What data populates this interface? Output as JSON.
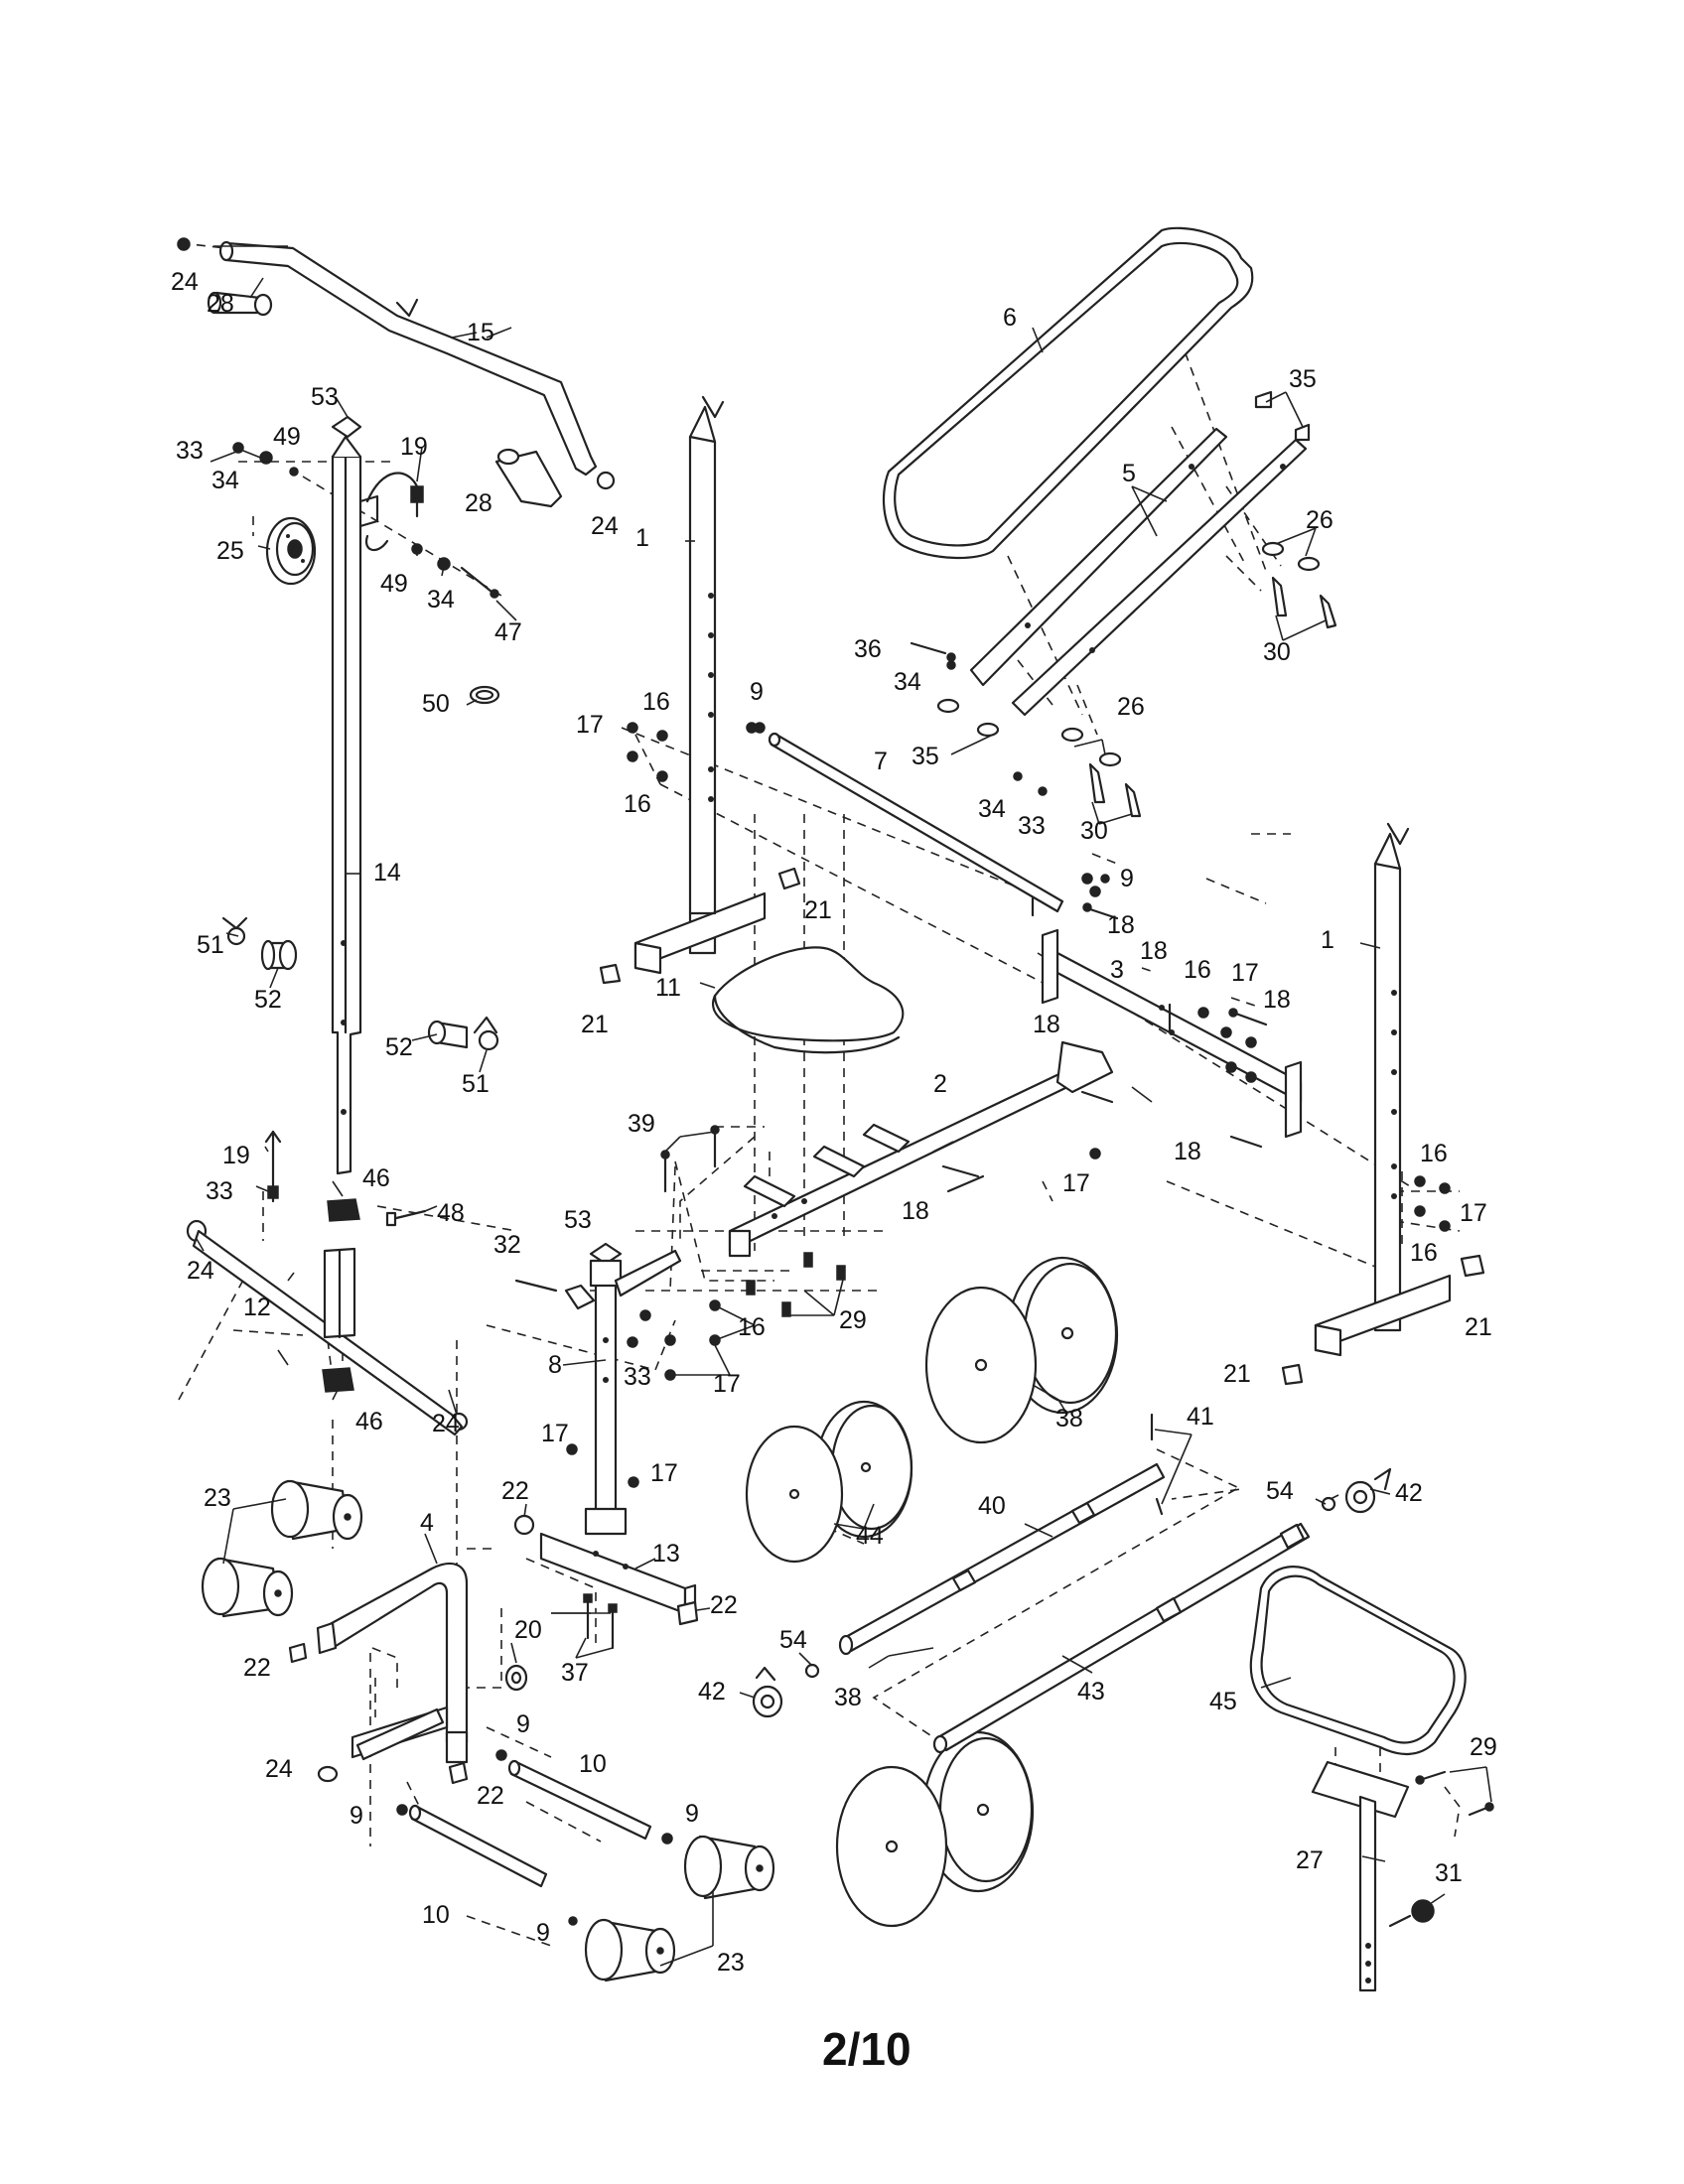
{
  "page_number": "2/10",
  "parts": {
    "p1": "1",
    "p2": "2",
    "p3": "3",
    "p4": "4",
    "p5": "5",
    "p6": "6",
    "p7": "7",
    "p8": "8",
    "p9": "9",
    "p10": "10",
    "p11": "11",
    "p12": "12",
    "p13": "13",
    "p14": "14",
    "p15": "15",
    "p16": "16",
    "p17": "17",
    "p18": "18",
    "p19": "19",
    "p20": "20",
    "p21": "21",
    "p22": "22",
    "p23": "23",
    "p24": "24",
    "p25": "25",
    "p26": "26",
    "p27": "27",
    "p28": "28",
    "p29": "29",
    "p30": "30",
    "p31": "31",
    "p32": "32",
    "p33": "33",
    "p34": "34",
    "p35": "35",
    "p36": "36",
    "p37": "37",
    "p38": "38",
    "p39": "39",
    "p40": "40",
    "p41": "41",
    "p42": "42",
    "p43": "43",
    "p44": "44",
    "p45": "45",
    "p46": "46",
    "p47": "47",
    "p48": "48",
    "p49": "49",
    "p50": "50",
    "p51": "51",
    "p52": "52",
    "p53": "53",
    "p54": "54"
  }
}
